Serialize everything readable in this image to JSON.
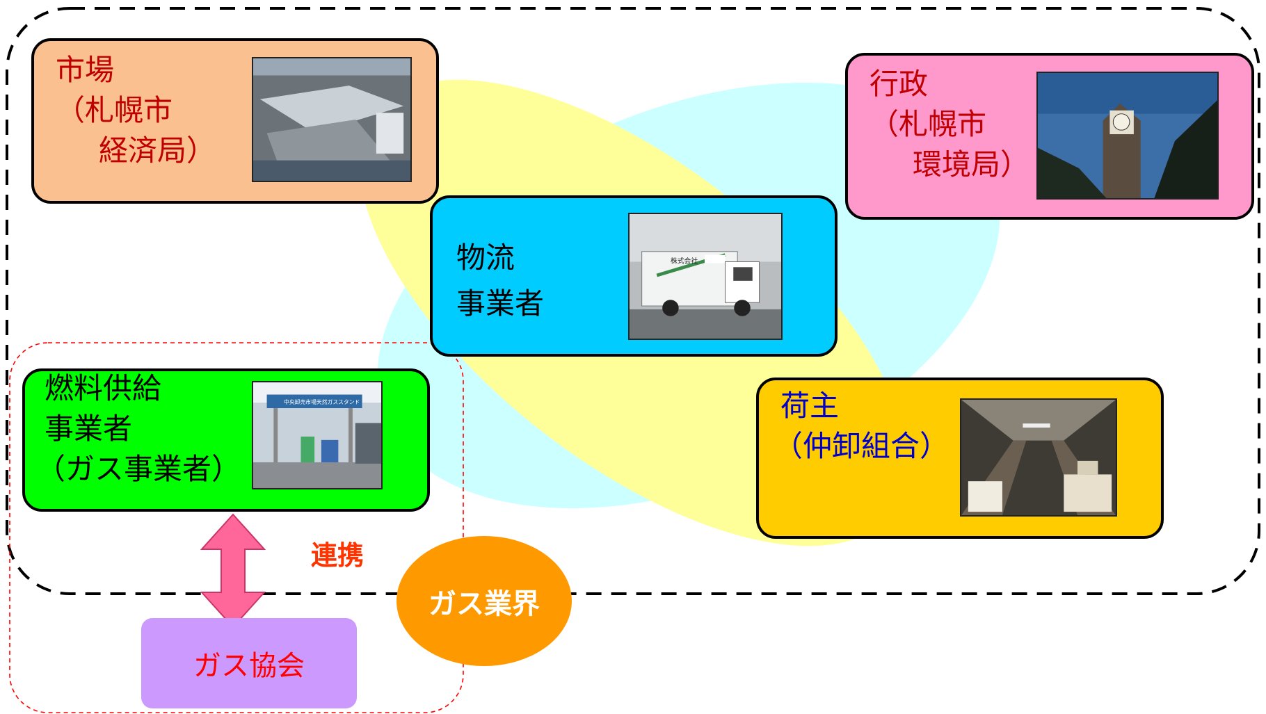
{
  "colors": {
    "market_fill": "#FAC090",
    "gov_fill": "#FF99CC",
    "logistics_fill": "#00CCFF",
    "fuel_fill": "#00FF00",
    "shipper_fill": "#FFCC00",
    "association_fill": "#CC99FF",
    "industry_fill": "#FF9900",
    "yellow_ellipse": "#FFFF99",
    "cyan_ellipse": "#CCFFFF",
    "red_text": "#C00000",
    "blue_text": "#0000CC",
    "arrow": "#FF6699",
    "renkei_text": "#FF3300"
  },
  "nodes": {
    "market": {
      "line1": "市場",
      "line2": "（札幌市",
      "line3": "　経済局）"
    },
    "government": {
      "line1": "行政",
      "line2": "（札幌市",
      "line3": "　環境局）"
    },
    "logistics": {
      "line1": "物流",
      "line2": "事業者"
    },
    "fuel": {
      "line1": "燃料供給",
      "line2": "事業者",
      "line3": "（ガス事業者）"
    },
    "shipper": {
      "line1": "荷主",
      "line2": "（仲卸組合）"
    }
  },
  "association": {
    "label": "ガス協会"
  },
  "industry": {
    "label": "ガス業界"
  },
  "relation": {
    "label": "連携"
  },
  "photos": {
    "gas_station_sign": "中央卸売市場天然ガススタンド",
    "truck_sign": "株式会社"
  }
}
